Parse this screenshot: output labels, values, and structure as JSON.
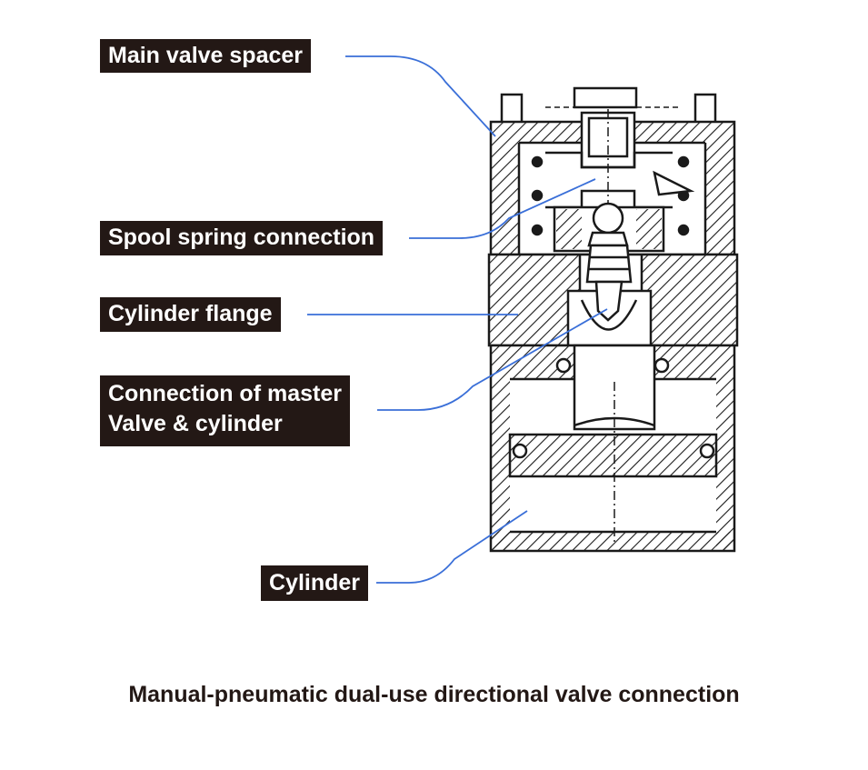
{
  "labels": {
    "main_valve_spacer": "Main valve spacer",
    "spool_spring_connection": "Spool spring connection",
    "cylinder_flange": "Cylinder flange",
    "connection_line1": "Connection of master",
    "connection_line2": "Valve & cylinder",
    "cylinder": "Cylinder"
  },
  "caption": "Manual-pneumatic dual-use directional valve connection",
  "colors": {
    "leader_line": "#3a6fd8",
    "label_background": "#231815",
    "label_text": "#ffffff",
    "drawing_ink": "#1a1a1a"
  }
}
